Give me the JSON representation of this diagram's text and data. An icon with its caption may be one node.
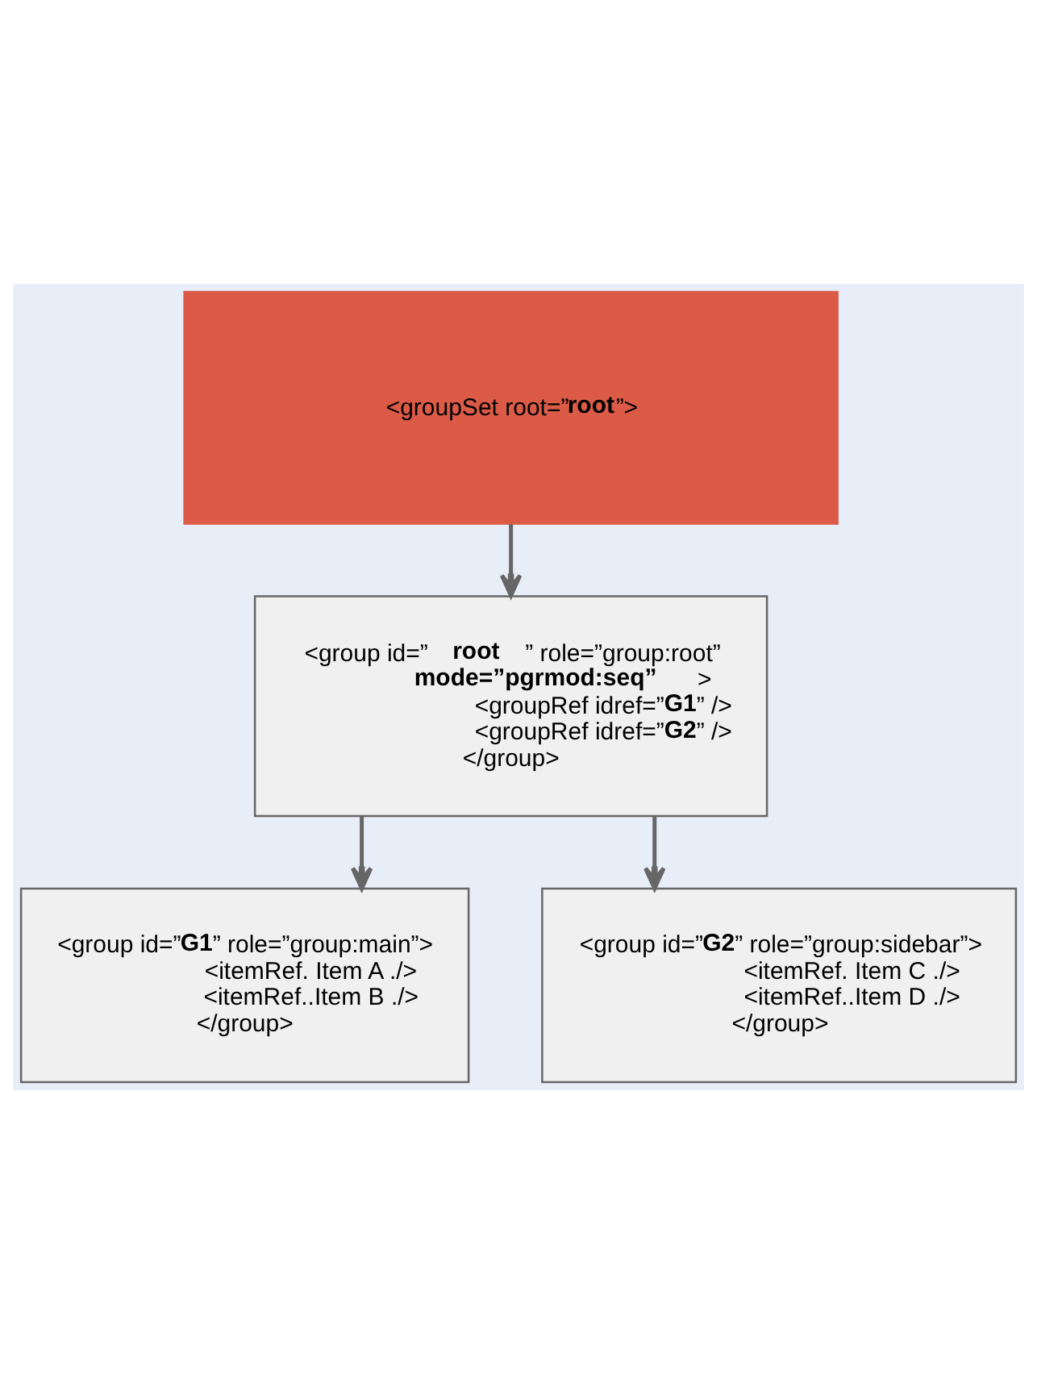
{
  "diagram": {
    "nodes": [
      {
        "text": [
          "<groupSet root=”**root**”>"
        ]
      },
      {
        "text": [
          "<group id=”**root**” role=”group:root”",
          "**mode=”pgrmod:seq”**>",
          "<groupRef idref=”**G1**” />",
          "<groupRef idref=”**G2**” />",
          "</group>"
        ]
      },
      {
        "text": [
          "<group id=”**G1**” role=”group:main”>",
          "<itemRef. Item A ./>",
          "<itemRef..Item B ./>",
          "</group>"
        ]
      },
      {
        "text": [
          "<group id=”**G2**” role=”group:sidebar”>",
          "<itemRef. Item C ./>",
          "<itemRef..Item D ./>",
          "</group>"
        ]
      }
    ],
    "edges": [
      {
        "from": 0,
        "to": 1,
        "arrow": "to"
      },
      {
        "from": 1,
        "to": 2,
        "arrow": "to"
      },
      {
        "from": 1,
        "to": 3,
        "arrow": "to"
      }
    ]
  }
}
